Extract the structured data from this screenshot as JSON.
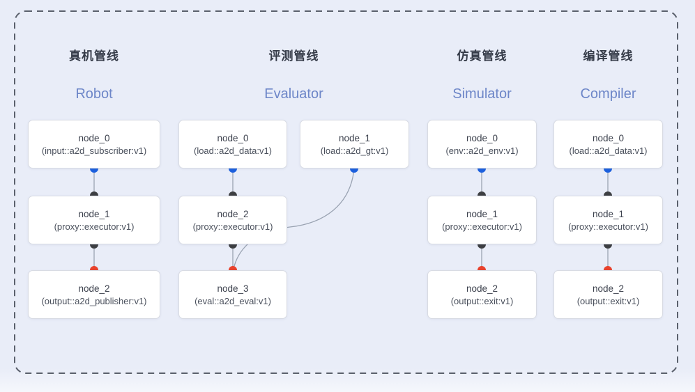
{
  "pipelines": [
    {
      "title_cn": "真机管线",
      "title_en": "Robot",
      "nodes": [
        {
          "name": "node_0",
          "type": "(input::a2d_subscriber:v1)"
        },
        {
          "name": "node_1",
          "type": "(proxy::executor:v1)"
        },
        {
          "name": "node_2",
          "type": "(output::a2d_publisher:v1)"
        }
      ]
    },
    {
      "title_cn": "评测管线",
      "title_en": "Evaluator",
      "nodes": [
        {
          "name": "node_0",
          "type": "(load::a2d_data:v1)"
        },
        {
          "name": "node_1",
          "type": "(load::a2d_gt:v1)"
        },
        {
          "name": "node_2",
          "type": "(proxy::executor:v1)"
        },
        {
          "name": "node_3",
          "type": "(eval::a2d_eval:v1)"
        }
      ]
    },
    {
      "title_cn": "仿真管线",
      "title_en": "Simulator",
      "nodes": [
        {
          "name": "node_0",
          "type": "(env::a2d_env:v1)"
        },
        {
          "name": "node_1",
          "type": "(proxy::executor:v1)"
        },
        {
          "name": "node_2",
          "type": "(output::exit:v1)"
        }
      ]
    },
    {
      "title_cn": "编译管线",
      "title_en": "Compiler",
      "nodes": [
        {
          "name": "node_0",
          "type": "(load::a2d_data:v1)"
        },
        {
          "name": "node_1",
          "type": "(proxy::executor:v1)"
        },
        {
          "name": "node_2",
          "type": "(output::exit:v1)"
        }
      ]
    }
  ],
  "colors": {
    "port_input": "#1c60de",
    "port_internal": "#3d3f42",
    "port_output": "#e8432e",
    "wire": "#9aa3b2",
    "dashed_border": "#5a606c",
    "title_en": "#6d86c8",
    "background": "#e9edf8"
  }
}
